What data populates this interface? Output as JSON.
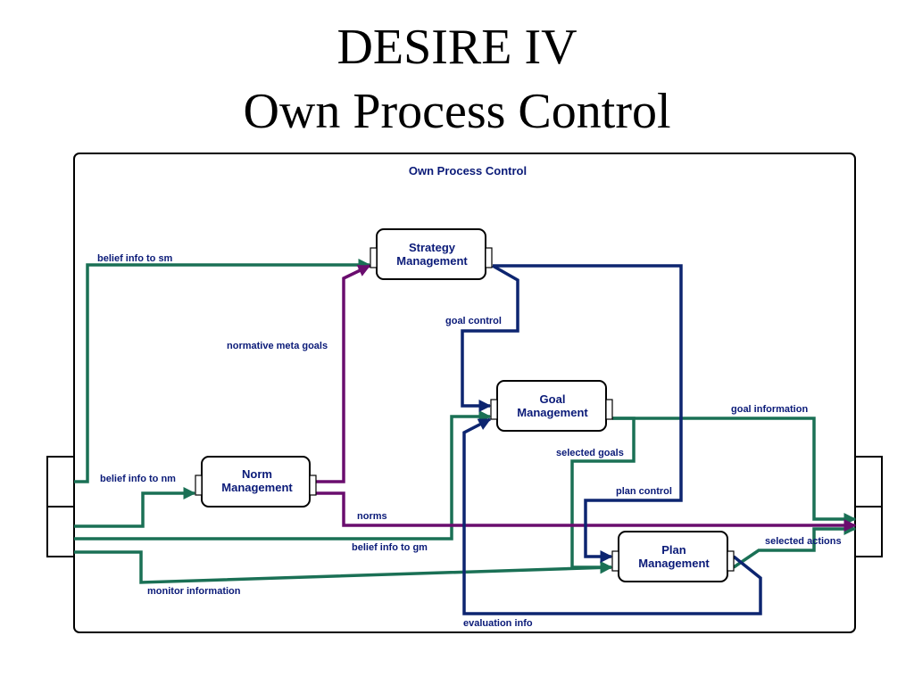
{
  "slide": {
    "title_line1": "DESIRE IV",
    "title_line2": "Own Process Control"
  },
  "frame": {
    "label": "Own Process Control"
  },
  "components": {
    "strategy": {
      "line1": "Strategy",
      "line2": "Management"
    },
    "goal": {
      "line1": "Goal",
      "line2": "Management"
    },
    "norm": {
      "line1": "Norm",
      "line2": "Management"
    },
    "plan": {
      "line1": "Plan",
      "line2": "Management"
    }
  },
  "links": {
    "belief_info_to_sm": "belief info to sm",
    "normative_meta_goals": "normative meta goals",
    "goal_control": "goal control",
    "goal_information": "goal information",
    "selected_goals": "selected goals",
    "belief_info_to_nm": "belief info to nm",
    "plan_control": "plan control",
    "norms": "norms",
    "selected_actions": "selected actions",
    "belief_info_to_gm": "belief info to gm",
    "monitor_information": "monitor information",
    "evaluation_info": "evaluation info"
  },
  "colors": {
    "green_link": "#1a7055",
    "navy_link": "#0d2570",
    "purple_link": "#6a0d6e",
    "label_text": "#0a1a78"
  }
}
